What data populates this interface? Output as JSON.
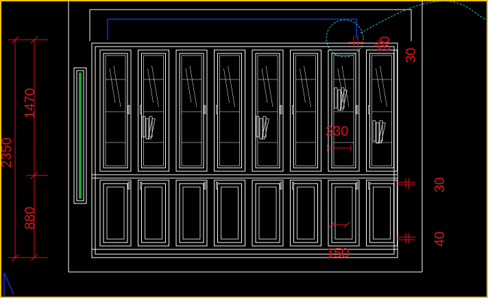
{
  "drawing": {
    "type": "cad-elevation",
    "colors": {
      "background": "#000000",
      "frame": "#f5c400",
      "linework": "#ffffff",
      "dimension": "#e0101b",
      "cyan": "#18c8d8",
      "blue": "#1432d8",
      "green": "#18a83a"
    },
    "upper_door_count": 8,
    "lower_door_count": 8
  },
  "dimensions": {
    "total_height": "2350",
    "upper_height": "1470",
    "lower_height": "880",
    "top_trim": "30",
    "top_trim_b": "30",
    "mid_gap": "30",
    "bottom_gap": "40",
    "door_width": "230",
    "door_width_b": "150"
  }
}
